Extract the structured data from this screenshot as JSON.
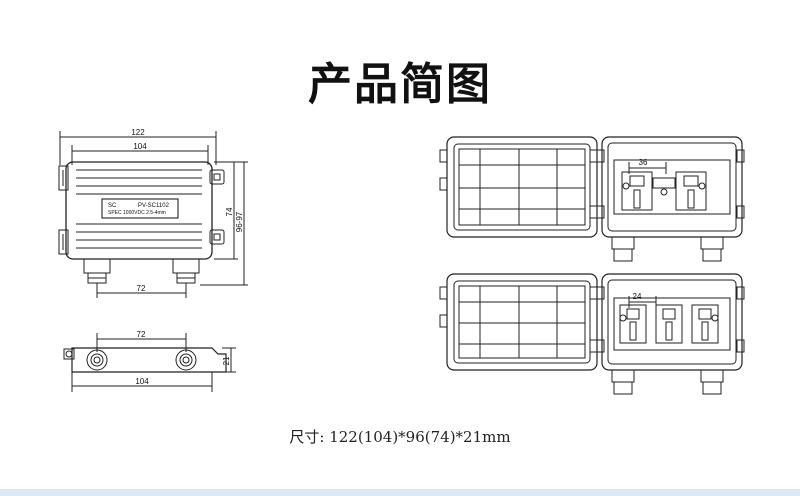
{
  "title": "产品简图",
  "front_view": {
    "dim_top_outer": "122",
    "dim_top_inner": "104",
    "dim_bottom": "72",
    "dim_right_inner": "74",
    "dim_right_outer": "96-97",
    "label_brand": "SC",
    "label_model": "PV-SC1102",
    "label_spec": "SPEC 1000VDC 2.5-4mm"
  },
  "bottom_view": {
    "dim_top": "72",
    "dim_bottom": "104",
    "dim_right": "21"
  },
  "open_views": {
    "upper_spacing": "36",
    "lower_spacing": "24"
  },
  "caption": "尺寸: 122(104)*96(74)*21mm"
}
